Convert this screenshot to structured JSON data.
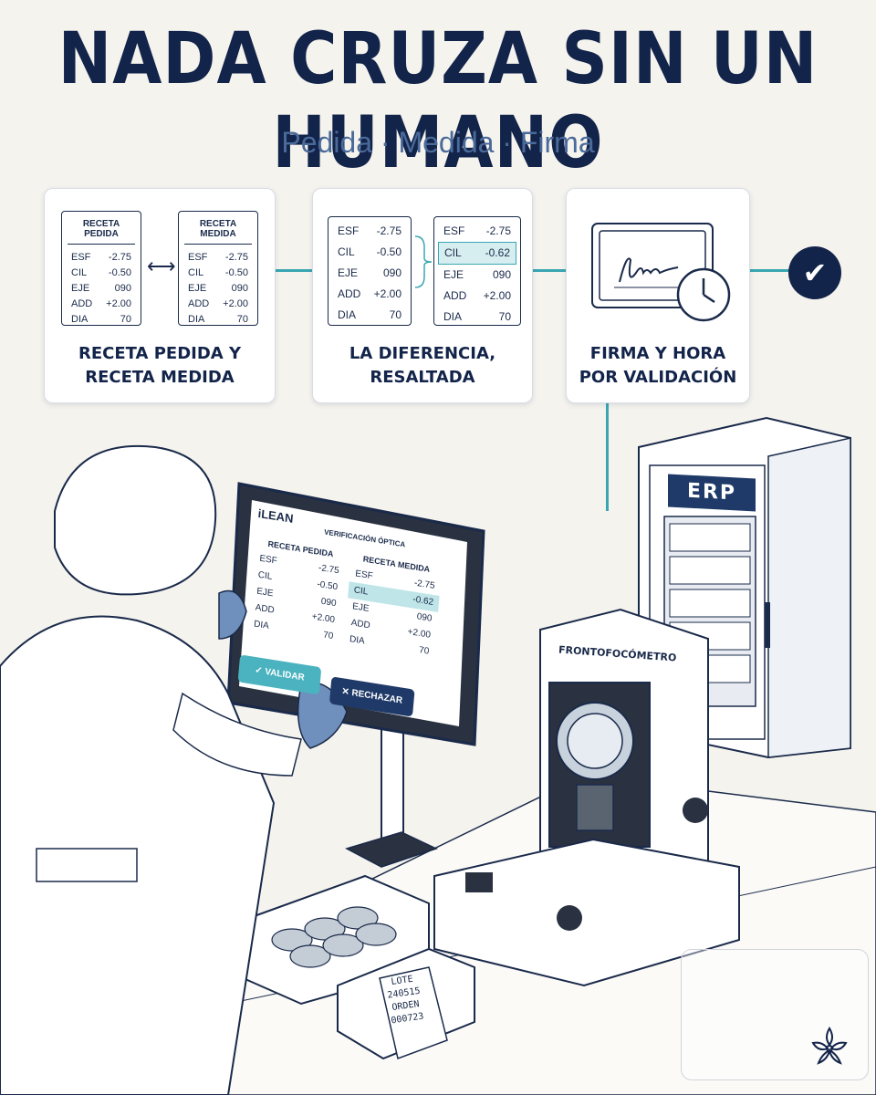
{
  "header": {
    "title": "NADA CRUZA SIN UN HUMANO",
    "subtitle": "Pedida · Medida · Firma"
  },
  "steps": [
    {
      "caption_line1": "RECETA PEDIDA Y",
      "caption_line2": "RECETA MEDIDA",
      "left_card": {
        "title": "RECETA PEDIDA",
        "rows": [
          {
            "label": "ESF",
            "value": "-2.75"
          },
          {
            "label": "CIL",
            "value": "-0.50"
          },
          {
            "label": "EJE",
            "value": "090"
          },
          {
            "label": "ADD",
            "value": "+2.00"
          },
          {
            "label": "DIA",
            "value": "70"
          }
        ]
      },
      "right_card": {
        "title": "RECETA MEDIDA",
        "rows": [
          {
            "label": "ESF",
            "value": "-2.75"
          },
          {
            "label": "CIL",
            "value": "-0.50"
          },
          {
            "label": "EJE",
            "value": "090"
          },
          {
            "label": "ADD",
            "value": "+2.00"
          },
          {
            "label": "DIA",
            "value": "70"
          }
        ]
      }
    },
    {
      "caption_line1": "LA DIFERENCIA,",
      "caption_line2": "RESALTADA",
      "left_card": {
        "rows": [
          {
            "label": "ESF",
            "value": "-2.75"
          },
          {
            "label": "CIL",
            "value": "-0.50"
          },
          {
            "label": "EJE",
            "value": "090"
          },
          {
            "label": "ADD",
            "value": "+2.00"
          },
          {
            "label": "DIA",
            "value": "70"
          }
        ]
      },
      "right_card": {
        "rows": [
          {
            "label": "ESF",
            "value": "-2.75"
          },
          {
            "label": "CIL",
            "value": "-0.62",
            "highlight": true
          },
          {
            "label": "EJE",
            "value": "090"
          },
          {
            "label": "ADD",
            "value": "+2.00"
          },
          {
            "label": "DIA",
            "value": "70"
          }
        ]
      }
    },
    {
      "caption_line1": "FIRMA Y HORA",
      "caption_line2": "POR VALIDACIÓN"
    }
  ],
  "tablet": {
    "brand": "iLEAN",
    "heading": "VERIFICACIÓN ÓPTICA",
    "col_left_title": "RECETA PEDIDA",
    "col_right_title": "RECETA MEDIDA",
    "left_rows": [
      {
        "label": "ESF",
        "value": "-2.75"
      },
      {
        "label": "CIL",
        "value": "-0.50"
      },
      {
        "label": "EJE",
        "value": "090"
      },
      {
        "label": "ADD",
        "value": "+2.00"
      },
      {
        "label": "DIA",
        "value": "70"
      }
    ],
    "right_rows": [
      {
        "label": "ESF",
        "value": "-2.75"
      },
      {
        "label": "CIL",
        "value": "-0.62"
      },
      {
        "label": "EJE",
        "value": "090"
      },
      {
        "label": "ADD",
        "value": "+2.00"
      },
      {
        "label": "DIA",
        "value": "70"
      }
    ],
    "validate_label": "✓  VALIDAR",
    "reject_label": "✕  RECHAZAR"
  },
  "erp_label": "ERP",
  "fronto_label": "FRONTOFOCÓMETRO",
  "tag": {
    "line1": "LOTE",
    "line2": "240515",
    "line3": "ORDEN",
    "line4": "000723"
  },
  "colors": {
    "navy": "#13244a",
    "teal": "#3aa6b2",
    "highlight": "#d7eef0",
    "background": "#f5f3ee"
  }
}
